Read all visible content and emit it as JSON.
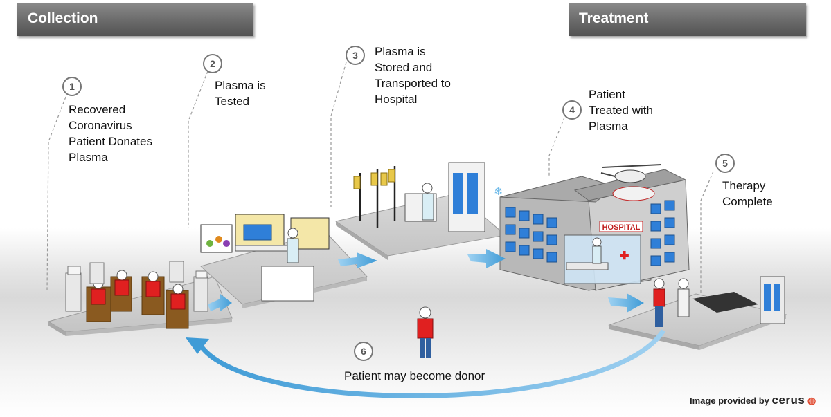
{
  "banners": {
    "collection": "Collection",
    "treatment": "Treatment"
  },
  "steps": [
    {
      "number": "1",
      "lines": [
        "Recovered",
        "Coronavirus",
        "Patient Donates",
        "Plasma"
      ]
    },
    {
      "number": "2",
      "lines": [
        "Plasma is",
        "Tested"
      ]
    },
    {
      "number": "3",
      "lines": [
        "Plasma is",
        "Stored and",
        "Transported to",
        "Hospital"
      ]
    },
    {
      "number": "4",
      "lines": [
        "Patient",
        "Treated with",
        "Plasma"
      ]
    },
    {
      "number": "5",
      "lines": [
        "Therapy",
        "Complete"
      ]
    },
    {
      "number": "6",
      "lines": [
        "Patient may become donor"
      ]
    }
  ],
  "hospital_sign": "HOSPITAL",
  "credit": {
    "prefix": "Image provided by",
    "brand": "cerus"
  },
  "colors": {
    "banner": "#6a6a6a",
    "arrow": "#3f9bd6",
    "patient_shirt": "#e02020",
    "window": "#2f7fd8"
  }
}
